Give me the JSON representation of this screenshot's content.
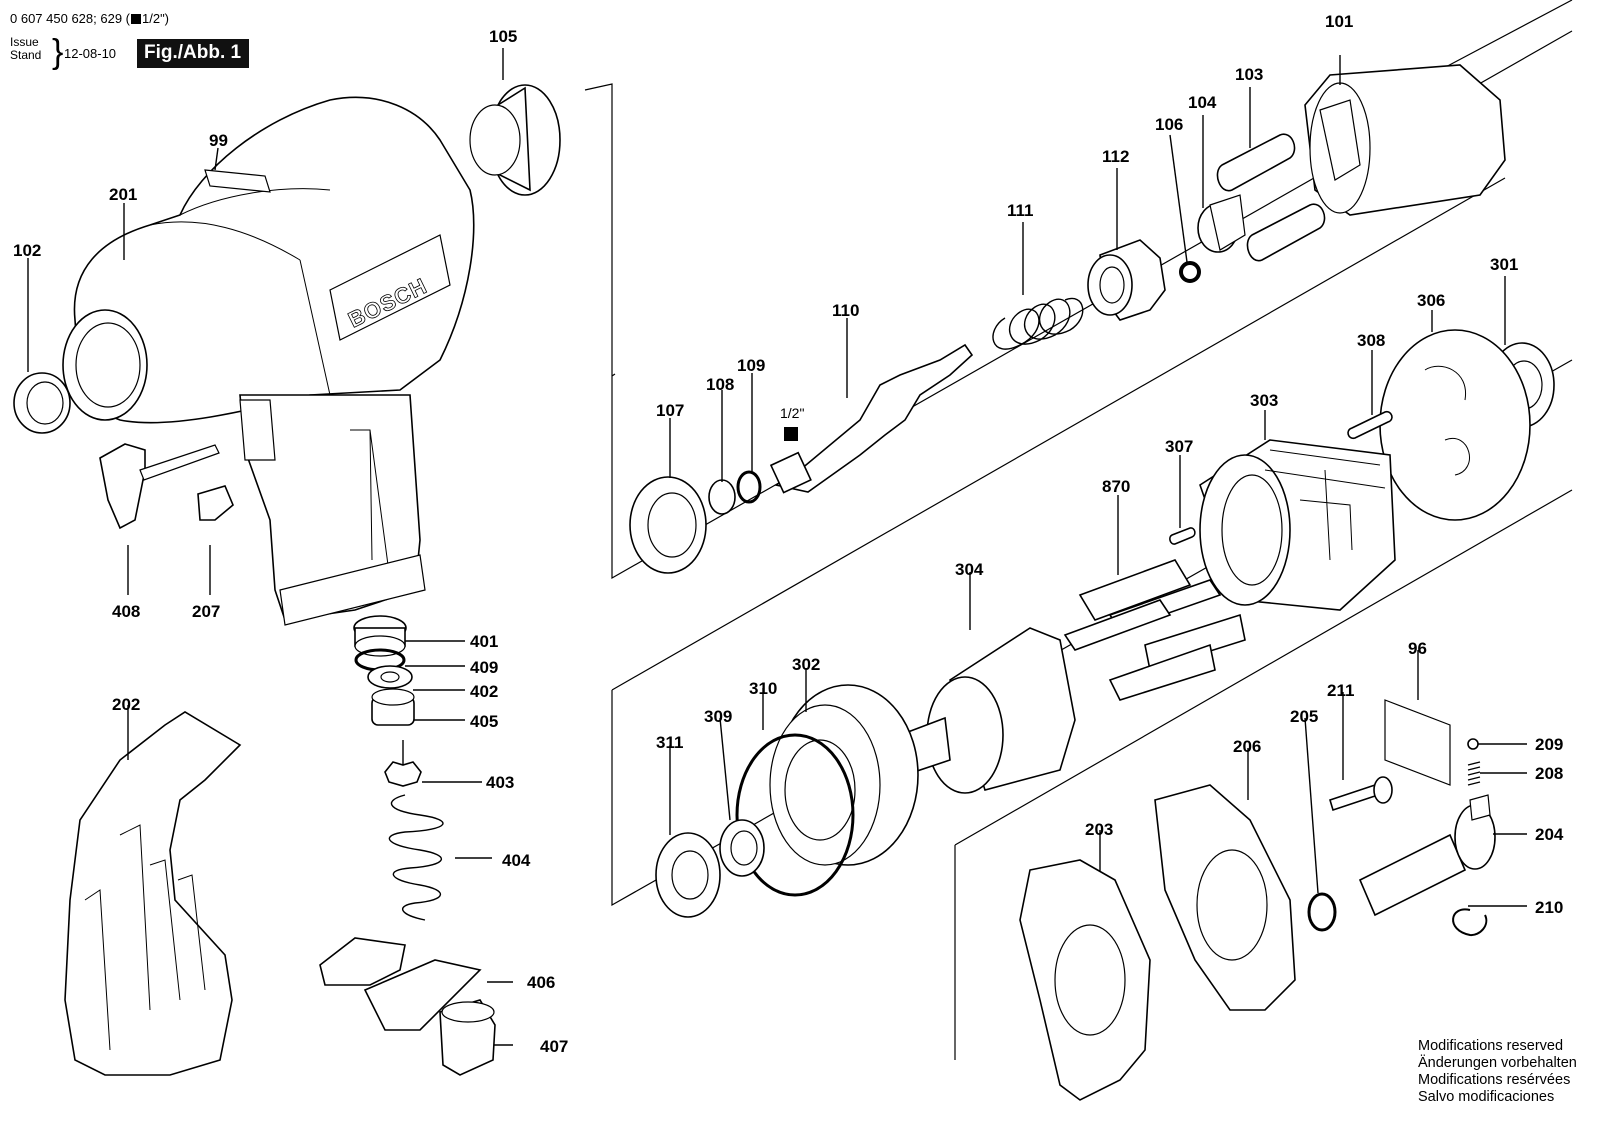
{
  "header": {
    "doc_number": "0 607 450 628; 629 (",
    "doc_size": "1/2\")",
    "issue_line1": "Issue",
    "issue_line2": "Stand",
    "issue_date": "12-08-10",
    "figure_label": "Fig./Abb. 1"
  },
  "brand_logo": "BOSCH",
  "square_drive_label": "1/2\"",
  "modifications": [
    "Modifications reserved",
    "Änderungen vorbehalten",
    "Modifications resérvées",
    "Salvo modificaciones"
  ],
  "part_labels": {
    "p96": "96",
    "p99": "99",
    "p101": "101",
    "p102": "102",
    "p103": "103",
    "p104": "104",
    "p105": "105",
    "p106": "106",
    "p107": "107",
    "p108": "108",
    "p109": "109",
    "p110": "110",
    "p111": "111",
    "p112": "112",
    "p201": "201",
    "p202": "202",
    "p203": "203",
    "p204": "204",
    "p205": "205",
    "p206": "206",
    "p207": "207",
    "p208": "208",
    "p209": "209",
    "p210": "210",
    "p211": "211",
    "p301": "301",
    "p302": "302",
    "p303": "303",
    "p304": "304",
    "p306": "306",
    "p307": "307",
    "p308": "308",
    "p309": "309",
    "p310": "310",
    "p311": "311",
    "p401": "401",
    "p402": "402",
    "p403": "403",
    "p404": "404",
    "p405": "405",
    "p406": "406",
    "p407": "407",
    "p408": "408",
    "p409": "409",
    "p870": "870"
  }
}
